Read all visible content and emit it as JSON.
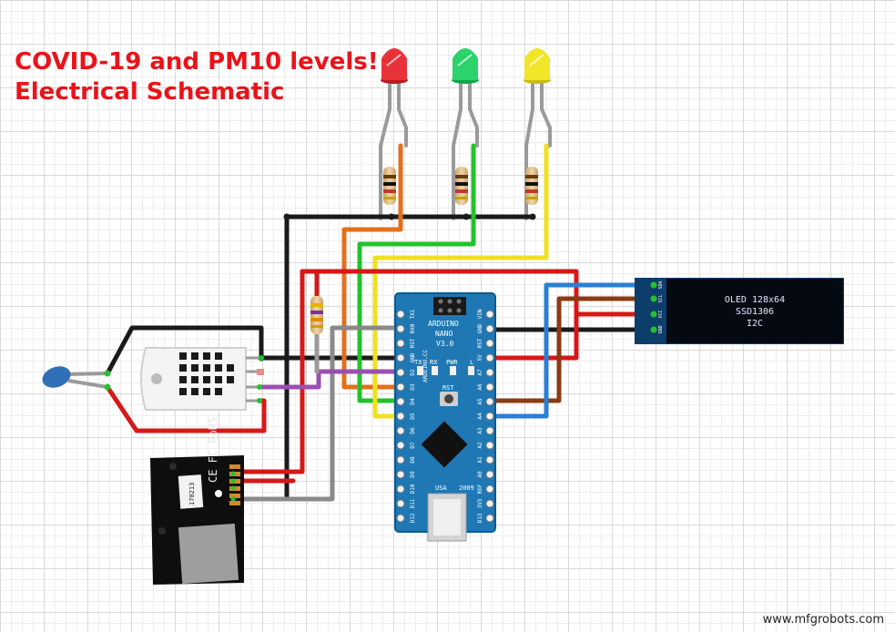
{
  "title": {
    "line1": "COVID-19 and PM10 levels!",
    "line2": "Electrical Schematic"
  },
  "watermark": "www.mfgrobots.com",
  "arduino": {
    "brand": "ARDUINO",
    "model": "NANO",
    "version": "V3.0",
    "site": "ARDUINO.CC",
    "usa": "USA",
    "year": "2009",
    "rst": "RST",
    "leds": [
      "TX",
      "RX",
      "PWR",
      "L"
    ],
    "left_pins": [
      "TX1",
      "RX0",
      "RST",
      "GND",
      "D2",
      "D3",
      "D4",
      "D5",
      "D6",
      "D7",
      "D8",
      "D9",
      "D10",
      "D11",
      "D12"
    ],
    "right_pins": [
      "VIN",
      "GND",
      "RST",
      "5V",
      "A7",
      "A6",
      "A5",
      "A4",
      "A3",
      "A2",
      "A1",
      "A0",
      "REF",
      "3V3",
      "D13"
    ]
  },
  "oled": {
    "line1": "OLED 128x64",
    "line2": "SSD1306",
    "line3": "I2C",
    "pins": [
      "SDA",
      "SCL",
      "VCC",
      "GND"
    ]
  },
  "pm_sensor": {
    "marks": "CE FC RoHS",
    "label": "170213"
  },
  "leds": [
    {
      "color": "#e8323a"
    },
    {
      "color": "#2bd36b"
    },
    {
      "color": "#f2e62a"
    }
  ]
}
